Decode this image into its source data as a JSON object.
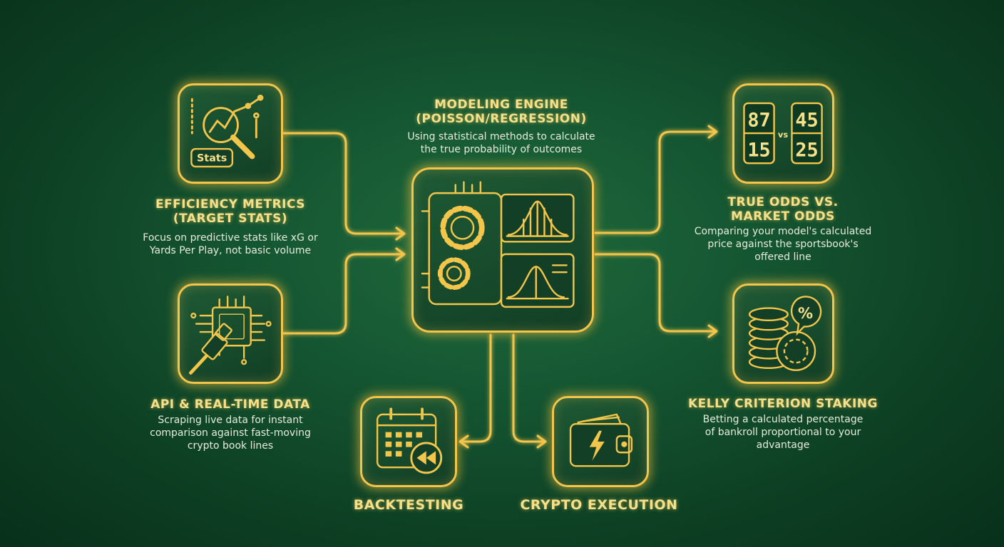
{
  "efficiency": {
    "title_line1": "EFFICIENCY METRICS",
    "title_line2": "(TARGET STATS)",
    "desc_line1": "Focus on predictive stats like xG or",
    "desc_line2": "Yards Per Play, not basic volume",
    "icon_label": "Stats"
  },
  "api": {
    "title": "API & REAL-TIME DATA",
    "desc_line1": "Scraping live data for instant",
    "desc_line2": "comparison against fast-moving",
    "desc_line3": "crypto book lines"
  },
  "engine": {
    "title_line1": "MODELING ENGINE",
    "title_line2": "(POISSON/REGRESSION)",
    "desc_line1": "Using statistical methods to calculate",
    "desc_line2": "the true probability of outcomes"
  },
  "odds": {
    "title_line1": "TRUE ODDS VS.",
    "title_line2": "MARKET ODDS",
    "desc_line1": "Comparing your model's calculated",
    "desc_line2": "price against the sportsbook's",
    "desc_line3": "offered line",
    "score_a1": "87",
    "score_a2": "15",
    "score_b1": "45",
    "score_b2": "25",
    "vs": "vs"
  },
  "kelly": {
    "title": "KELLY CRITERION STAKING",
    "desc_line1": "Betting a calculated percentage",
    "desc_line2": "of bankroll proportional to your",
    "desc_line3": "advantage",
    "badge": "%"
  },
  "backtesting": {
    "title": "BACKTESTING"
  },
  "crypto": {
    "title": "CRYPTO EXECUTION"
  },
  "colors": {
    "gold": "#f3c54b",
    "bg": "#155632",
    "text": "#f6e08a"
  }
}
